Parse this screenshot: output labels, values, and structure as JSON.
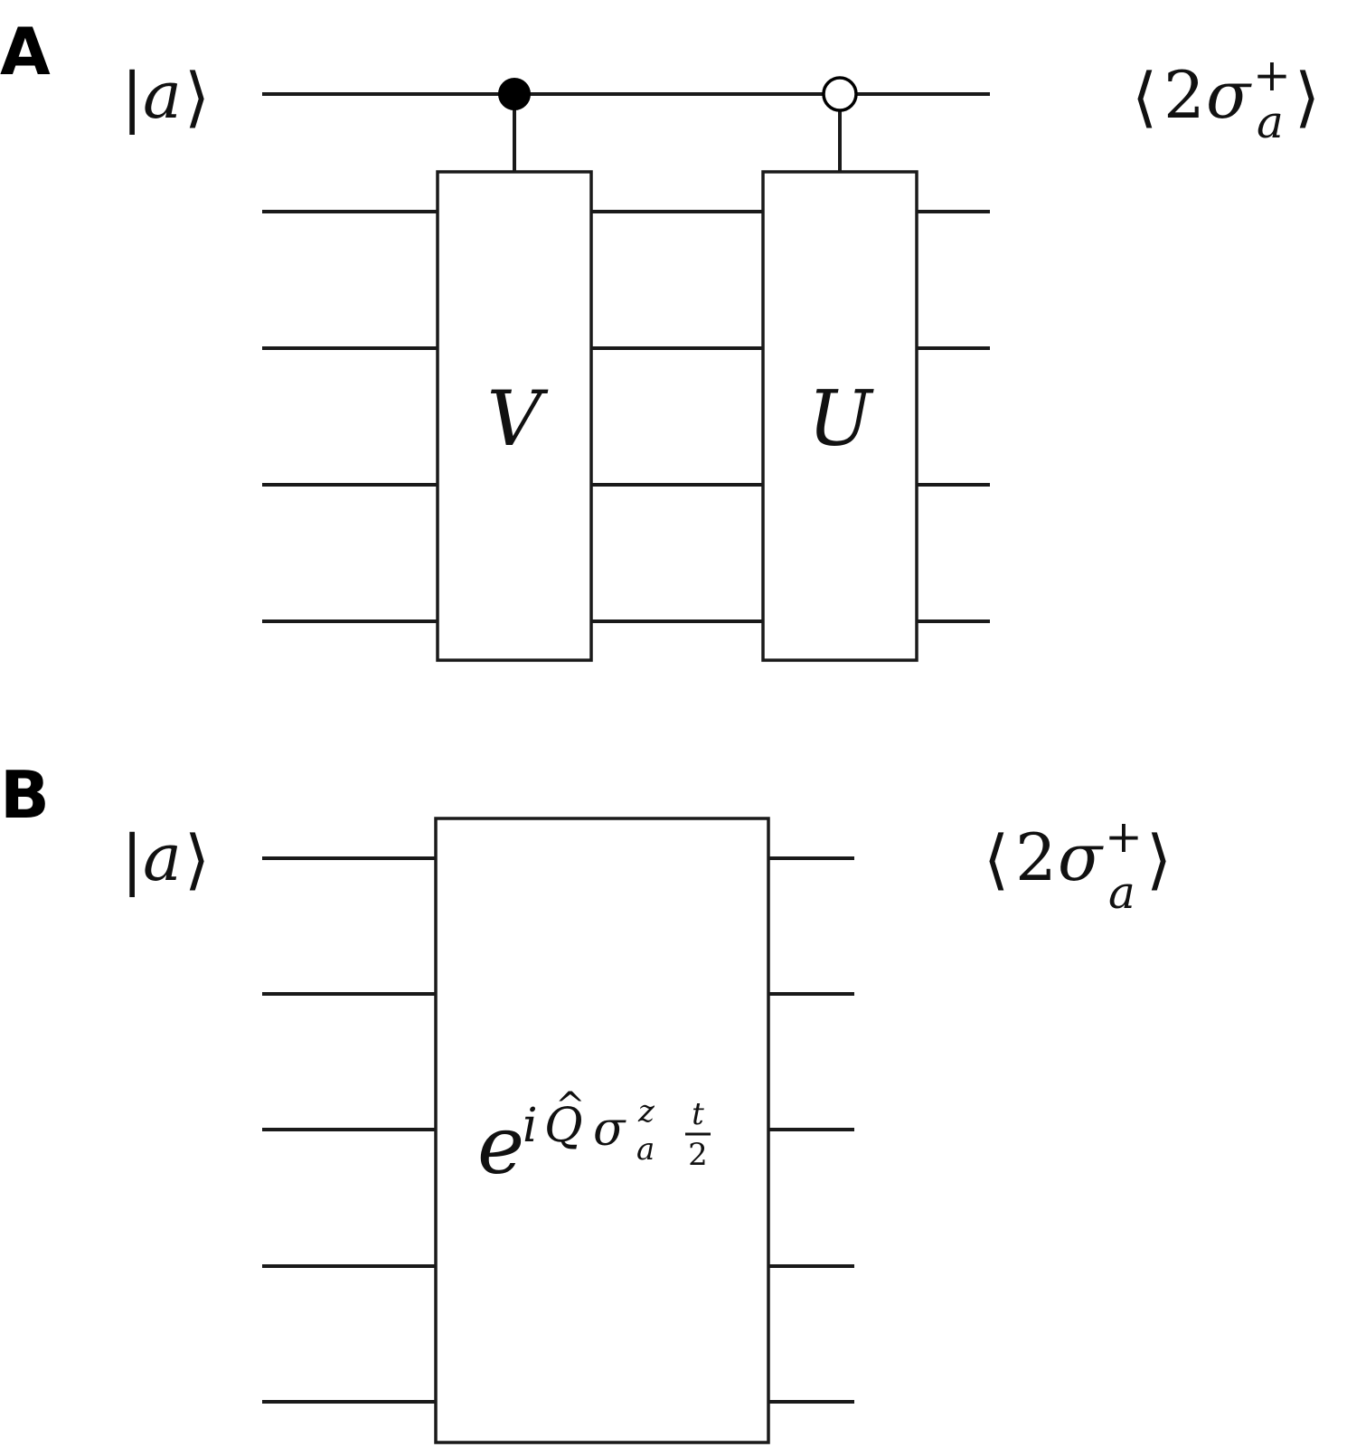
{
  "panels": [
    {
      "label": "A",
      "input_state": {
        "bar": "|",
        "symbol": "a",
        "bracket": "⟩"
      },
      "output": {
        "open": "⟨",
        "coef": "2",
        "symbol": "σ",
        "sup": "+",
        "sub": "a",
        "close": "⟩"
      },
      "gates": [
        {
          "label": "V",
          "control": "filled"
        },
        {
          "label": "U",
          "control": "open"
        }
      ]
    },
    {
      "label": "B",
      "input_state": {
        "bar": "|",
        "symbol": "a",
        "bracket": "⟩"
      },
      "output": {
        "open": "⟨",
        "coef": "2",
        "symbol": "σ",
        "sup": "+",
        "sub": "a",
        "close": "⟩"
      },
      "gate": {
        "base": "e",
        "exp_i": "i",
        "exp_hat": "^",
        "exp_Q": "Q",
        "exp_sigma": "σ",
        "exp_sigma_sup": "z",
        "exp_sigma_sub": "a",
        "frac_num": "t",
        "frac_den": "2"
      }
    }
  ]
}
